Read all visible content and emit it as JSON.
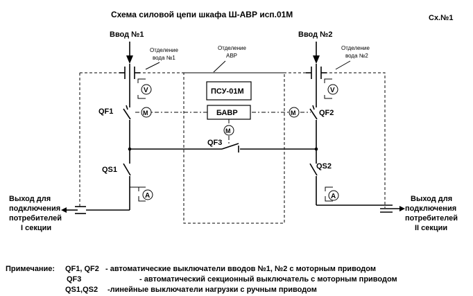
{
  "title": "Схема силовой цепи шкафа Ш-АВР исп.01М",
  "scheme_no": "Сх.№1",
  "input1": {
    "label": "Ввод №1",
    "sep_line1": "Отделение",
    "sep_line2": "вода №1"
  },
  "input2": {
    "label": "Ввод №2",
    "sep_line1": "Отделение",
    "sep_line2": "вода №2"
  },
  "avr": {
    "sep_line1": "Отделение",
    "sep_line2": "АВР"
  },
  "psu_label": "ПСУ-01М",
  "bavr_label": "БАВР",
  "symbols": {
    "voltmeter": "V",
    "motor": "М",
    "ammeter": "A"
  },
  "breakers": {
    "qf1": "QF1",
    "qf2": "QF2",
    "qf3": "QF3",
    "qs1": "QS1",
    "qs2": "QS2"
  },
  "output1": {
    "line1": "Выход для",
    "line2": "подключения",
    "line3": "потребителей",
    "line4": "I секции"
  },
  "output2": {
    "line1": "Выход для",
    "line2": "подключения",
    "line3": "потребителей",
    "line4": "II секции"
  },
  "notes": {
    "label": "Примечание:",
    "items": [
      {
        "key": "QF1, QF2",
        "text": "- автоматические выключатели вводов №1, №2 с моторным приводом"
      },
      {
        "key": "QF3",
        "text": "- автоматический секционный выключатель с моторным приводом"
      },
      {
        "key": "QS1,QS2",
        "text": "-линейные  выключатели нагрузки с ручным приводом"
      }
    ]
  }
}
